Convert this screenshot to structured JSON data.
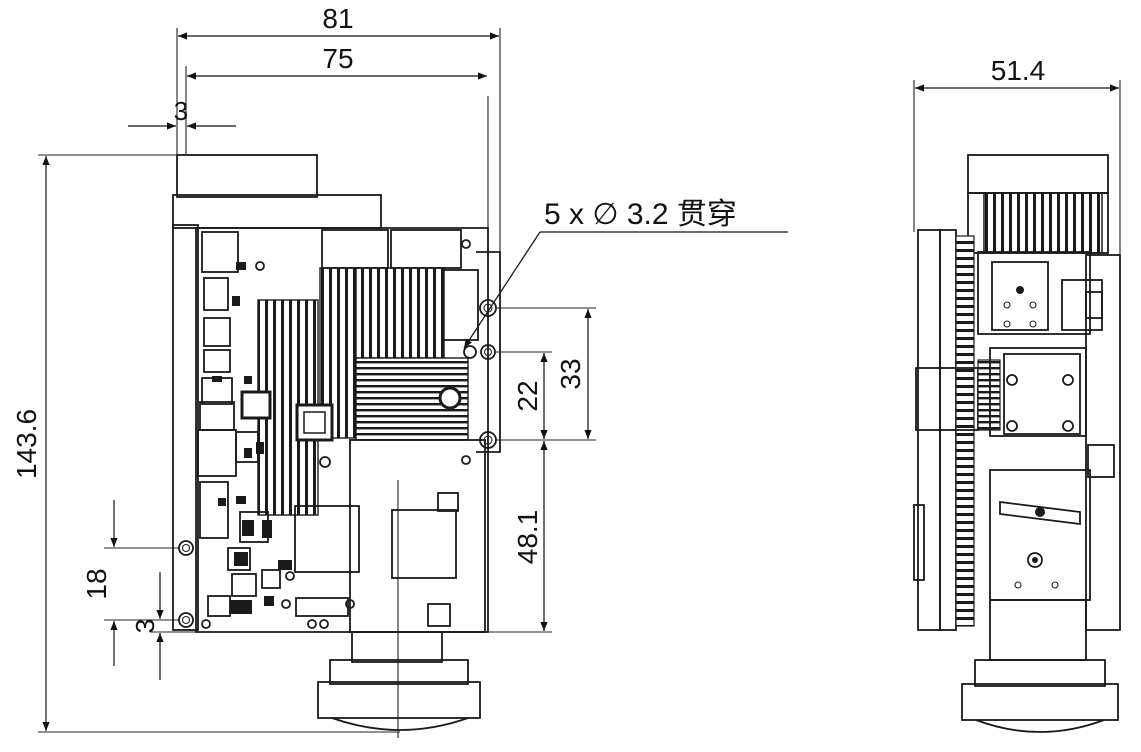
{
  "drawing": {
    "note": "5 x ∅ 3.2 贯穿",
    "dimensions": {
      "width_overall": "81",
      "width_inner": "75",
      "offset_left": "3",
      "height_overall": "143.6",
      "hole_spacing_small": "22",
      "hole_spacing_large": "33",
      "hole_to_bottom": "48.1",
      "lower_hole_height": "18",
      "edge_offset": "3",
      "side_width": "51.4"
    }
  }
}
